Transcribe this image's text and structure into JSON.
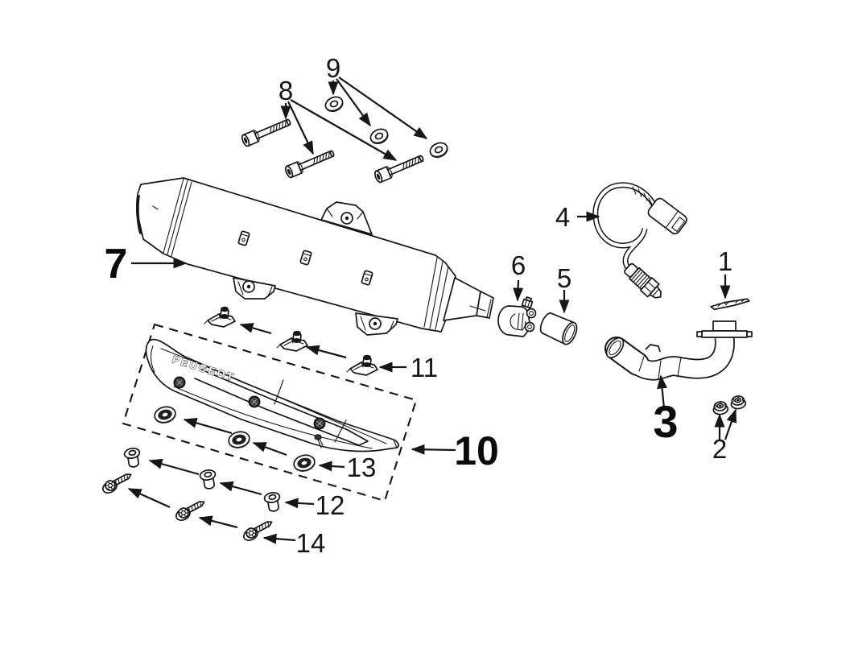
{
  "diagram": {
    "background_color": "#ffffff",
    "line_color": "#161616",
    "brand_text": "PEUGEOT",
    "callouts": {
      "1": "1",
      "2": "2",
      "3": "3",
      "4": "4",
      "5": "5",
      "6": "6",
      "7": "7",
      "8": "8",
      "9": "9",
      "10": "10",
      "11": "11",
      "12": "12",
      "13": "13",
      "14": "14"
    }
  }
}
